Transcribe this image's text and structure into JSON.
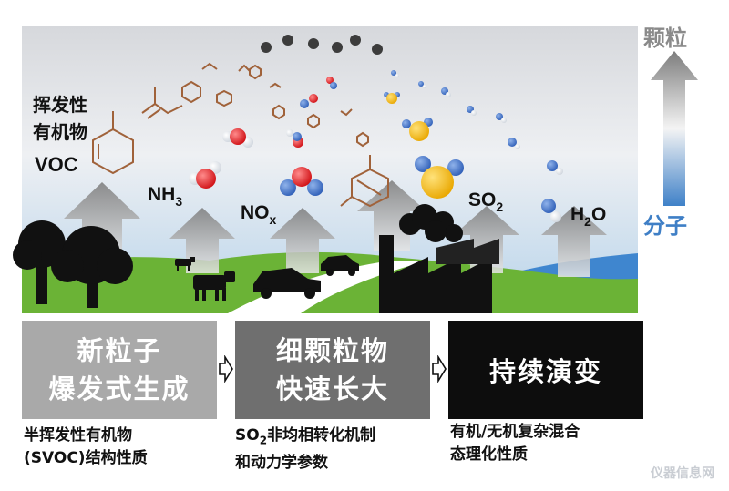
{
  "scene": {
    "labels": {
      "voc_1": "挥发性",
      "voc_2": "有机物",
      "voc_3": "VOC",
      "nh3_main": "NH",
      "nh3_sub": "3",
      "nox_main": "NO",
      "nox_sub": "x",
      "so2_main": "SO",
      "so2_sub": "2",
      "h2o_main": "H",
      "h2o_sub": "2",
      "h2o_end": "O",
      "scale_top": "颗粒",
      "scale_bottom": "分子"
    },
    "colors": {
      "oxygen": "#e3161b",
      "nitrogen": "#3a6bc4",
      "sulfur": "#f2b70f",
      "hydrogen": "#ffffff",
      "particle": "#3c3c3c",
      "organic": "#a0623a",
      "scale_top": "#8a8a8a",
      "scale_bottom": "#4a86c8"
    }
  },
  "stages": [
    {
      "line1": "新粒子",
      "line2": "爆发式生成",
      "caption1": "半挥发性有机物",
      "caption2": "(SVOC)结构性质"
    },
    {
      "line1": "细颗粒物",
      "line2": "快速长大",
      "caption1_main": "SO",
      "caption1_sub": "2",
      "caption1_rest": "非均相转化机制",
      "caption2": "和动力学参数"
    },
    {
      "line1": "持续演变",
      "caption1": "有机/无机复杂混合",
      "caption2": "态理化性质"
    }
  ],
  "watermark": "仪器信息网"
}
